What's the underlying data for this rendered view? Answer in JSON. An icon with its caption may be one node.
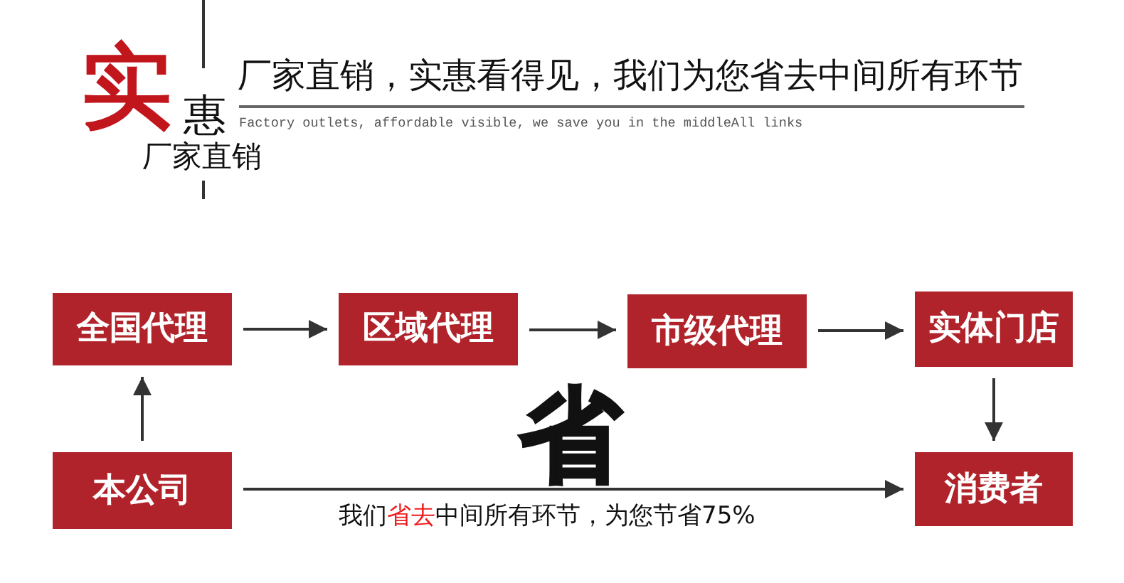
{
  "diagram": {
    "title": "厂家直销，实惠看得见，我们为您省去中间所有环节",
    "nodes": [
      {
        "text": [
          "全国代理"
        ]
      },
      {
        "text": [
          "区域代理"
        ]
      },
      {
        "text": [
          "市级代理"
        ]
      },
      {
        "text": [
          "实体门店"
        ]
      },
      {
        "text": [
          "本公司"
        ]
      },
      {
        "text": [
          "消费者"
        ]
      }
    ],
    "edges": [
      {
        "from": 0,
        "to": 1,
        "arrow": "to"
      },
      {
        "from": 1,
        "to": 2,
        "arrow": "to"
      },
      {
        "from": 2,
        "to": 3,
        "arrow": "to"
      },
      {
        "from": 4,
        "to": 0,
        "arrow": "to"
      },
      {
        "from": 3,
        "to": 5,
        "arrow": "to"
      },
      {
        "from": 4,
        "to": 5,
        "arrow": "to",
        "label": "我们**省去**中间所有环节，为您节省75%"
      }
    ],
    "labels": [
      "实",
      "惠",
      "厂家直销",
      "Factory outlets, affordable visible, we save you in the middleAll links",
      "省"
    ]
  }
}
